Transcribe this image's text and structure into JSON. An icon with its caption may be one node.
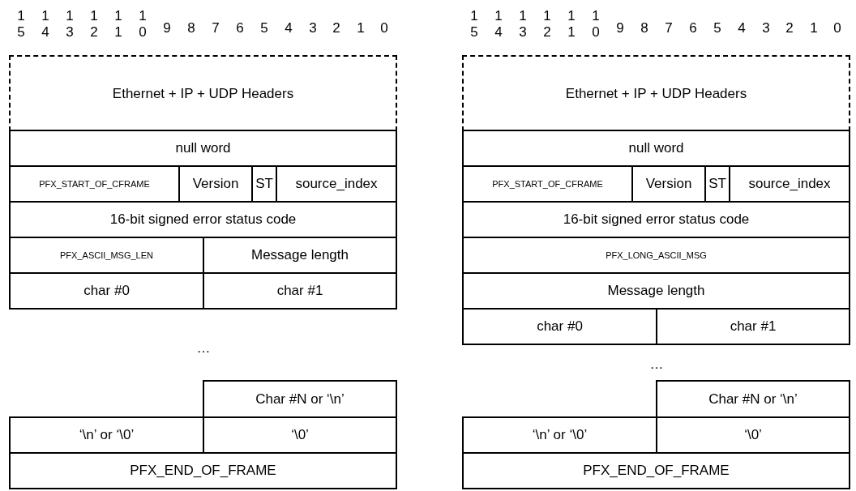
{
  "diagram": {
    "nodes": [
      {
        "text": [
          "Ethernet + IP + UDP Headers"
        ]
      },
      {
        "text": [
          "null word"
        ]
      },
      {
        "text": [
          "PFX_START_OF_CFRAME"
        ]
      },
      {
        "text": [
          "Version"
        ]
      },
      {
        "text": [
          "ST"
        ]
      },
      {
        "text": [
          "source_index"
        ]
      },
      {
        "text": [
          "16-bit signed error status code"
        ]
      },
      {
        "text": [
          "PFX_ASCII_MSG_LEN"
        ]
      },
      {
        "text": [
          "Message length"
        ]
      },
      {
        "text": [
          "char #0"
        ]
      },
      {
        "text": [
          "char #1"
        ]
      },
      {
        "text": [
          "Char #N or ‘\\n’"
        ]
      },
      {
        "text": [
          "‘\\n’ or ‘\\0’"
        ]
      },
      {
        "text": [
          "‘\\0’"
        ]
      },
      {
        "text": [
          "PFX_END_OF_FRAME"
        ]
      },
      {
        "text": [
          "Ethernet + IP + UDP Headers"
        ]
      },
      {
        "text": [
          "null word"
        ]
      },
      {
        "text": [
          "PFX_START_OF_CFRAME"
        ]
      },
      {
        "text": [
          "Version"
        ]
      },
      {
        "text": [
          "ST"
        ]
      },
      {
        "text": [
          "source_index"
        ]
      },
      {
        "text": [
          "16-bit signed error status code"
        ]
      },
      {
        "text": [
          "PFX_LONG_ASCII_MSG"
        ]
      },
      {
        "text": [
          "Message length"
        ]
      },
      {
        "text": [
          "char #0"
        ]
      },
      {
        "text": [
          "char #1"
        ]
      },
      {
        "text": [
          "Char #N or ‘\\n’"
        ]
      },
      {
        "text": [
          "‘\\n’ or ‘\\0’"
        ]
      },
      {
        "text": [
          "‘\\0’"
        ]
      },
      {
        "text": [
          "PFX_END_OF_FRAME"
        ]
      }
    ],
    "labels": [
      "1 5",
      "1 4",
      "1 3",
      "1 2",
      "1 1",
      "1 0",
      "9",
      "8",
      "7",
      "6",
      "5",
      "4",
      "3",
      "2",
      "1",
      "0",
      "1 5",
      "1 4",
      "1 3",
      "1 2",
      "1 1",
      "1 0",
      "9",
      "8",
      "7",
      "6",
      "5",
      "4",
      "3",
      "2",
      "1",
      "0",
      "…",
      "…"
    ]
  }
}
